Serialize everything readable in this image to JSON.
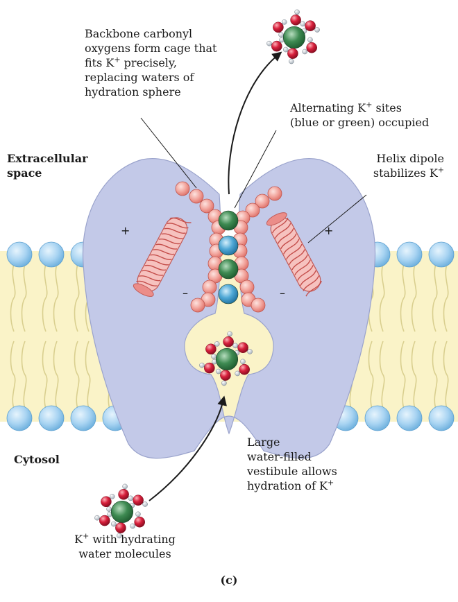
{
  "labels": {
    "backbone_carbonyl": [
      "Backbone carbonyl",
      "oxygens form cage that",
      "fits K",
      "precisely,",
      "replacing waters of",
      "hydration sphere"
    ],
    "alternating_sites": [
      "Alternating K",
      "sites",
      "(blue or green) occupied"
    ],
    "helix_dipole": [
      "Helix dipole",
      "stabilizes K"
    ],
    "extracellular": [
      "Extracellular",
      "space"
    ],
    "cytosol": "Cytosol",
    "vestibule": [
      "Large",
      "water-filled",
      "vestibule allows",
      "hydration of K"
    ],
    "hydrated_ion": [
      "K",
      "with hydrating",
      "water molecules"
    ],
    "superscript_plus": "+",
    "panel": "(c)"
  },
  "symbols": {
    "plus": "+",
    "minus": "–"
  },
  "colors": {
    "protein": "#c3c9e8",
    "protein_edge": "#9aa3cc",
    "membrane_fill": "#faf3c8",
    "lipid_head": "#a9d4f2",
    "carbonyl_oxygen": "#f2a49c",
    "k_ion_green": "#3e8a52",
    "k_ion_blue": "#4fa8d6",
    "helix": "#e88886",
    "water_oxygen": "#d8203c",
    "water_hydrogen": "#f0f0f0"
  }
}
